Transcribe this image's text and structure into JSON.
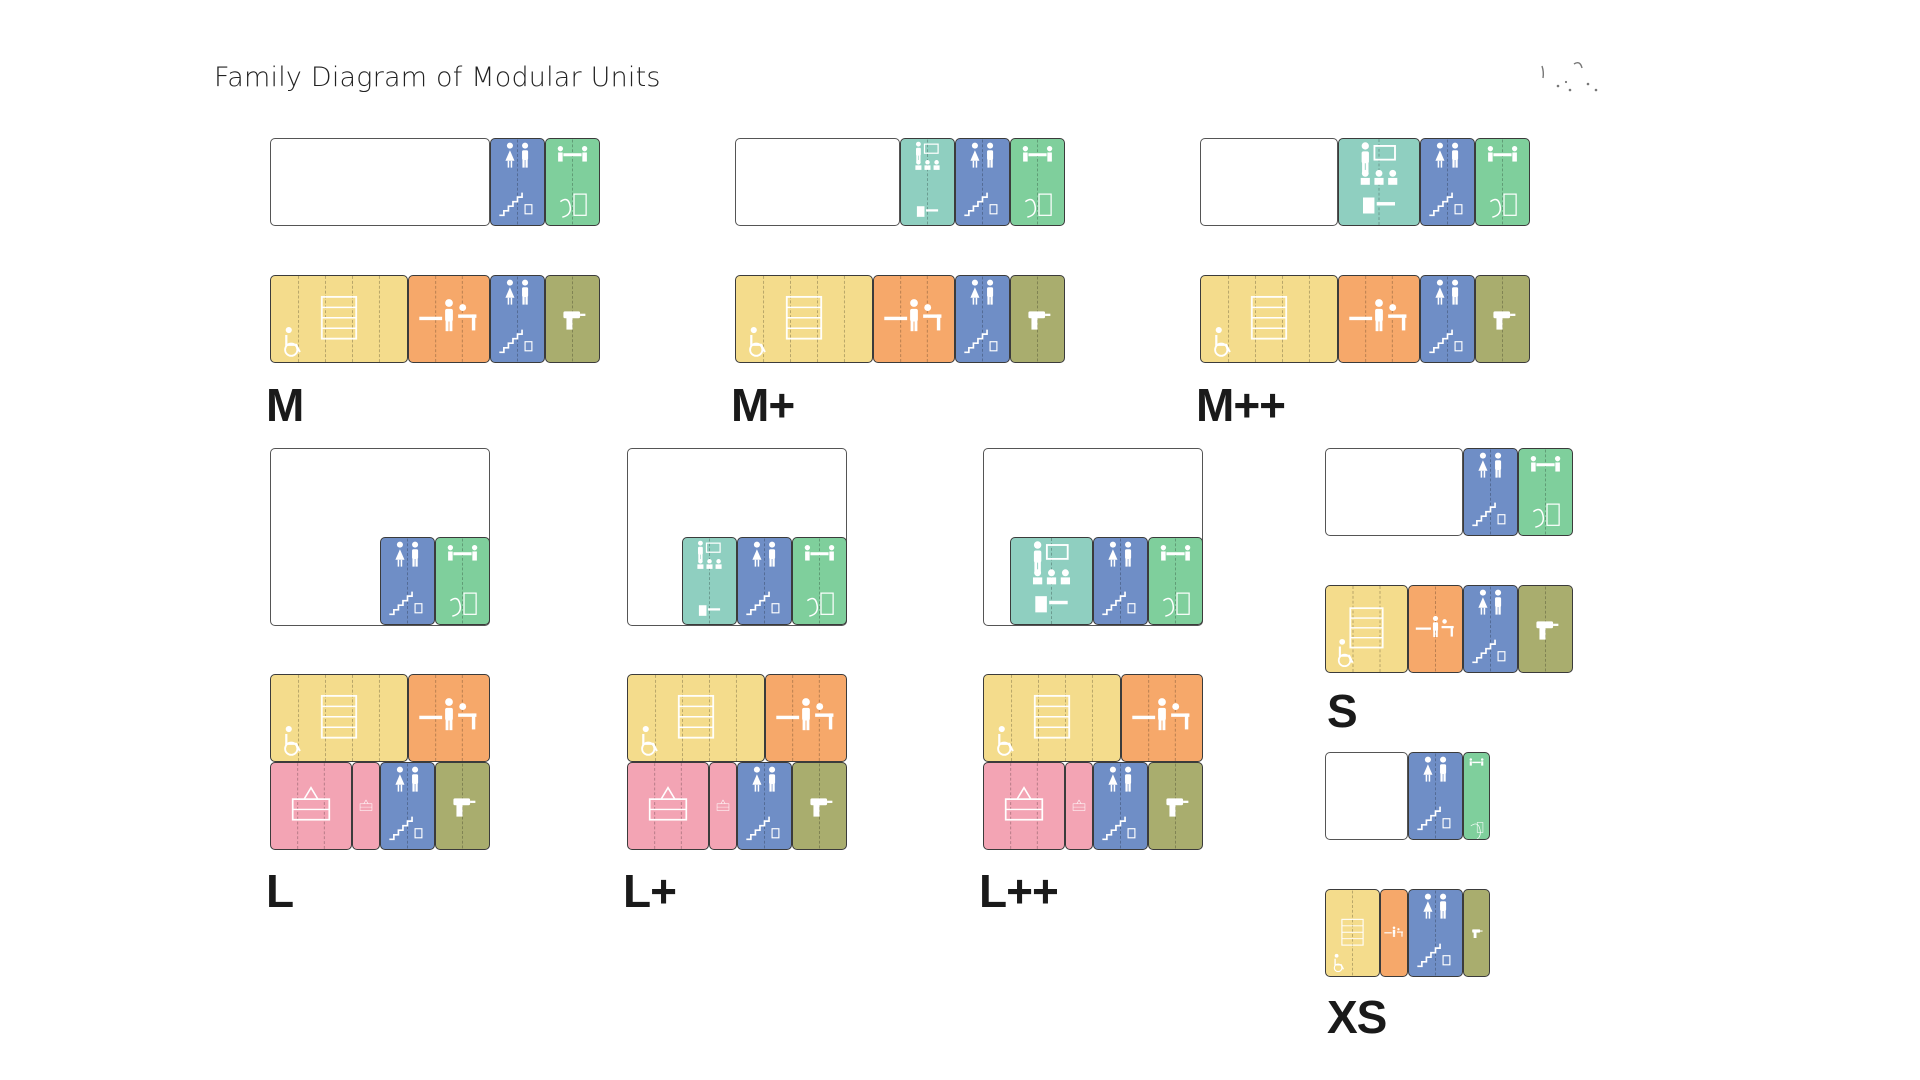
{
  "title": "Family Diagram of Modular Units",
  "colors": {
    "yellow": "#f4dc8c",
    "orange": "#f6a86a",
    "blue": "#6f8ec6",
    "green": "#7fcf9c",
    "teal": "#8fcfc0",
    "olive": "#a9ad6e",
    "pink": "#f3a4b4"
  },
  "module_types": {
    "yellow": "storage-shelving-accessible-icon",
    "orange": "reception-desk-icon",
    "blue": "restroom-stairs-icon",
    "green": "meeting-table-lockers-icon",
    "teal": "presentation-classroom-icon",
    "olive": "power-drill-icon",
    "pink": "kitchen-icon"
  },
  "units": [
    {
      "label": "M"
    },
    {
      "label": "M+"
    },
    {
      "label": "M++"
    },
    {
      "label": "L"
    },
    {
      "label": "L+"
    },
    {
      "label": "L++"
    },
    {
      "label": "S"
    },
    {
      "label": "XS"
    }
  ]
}
